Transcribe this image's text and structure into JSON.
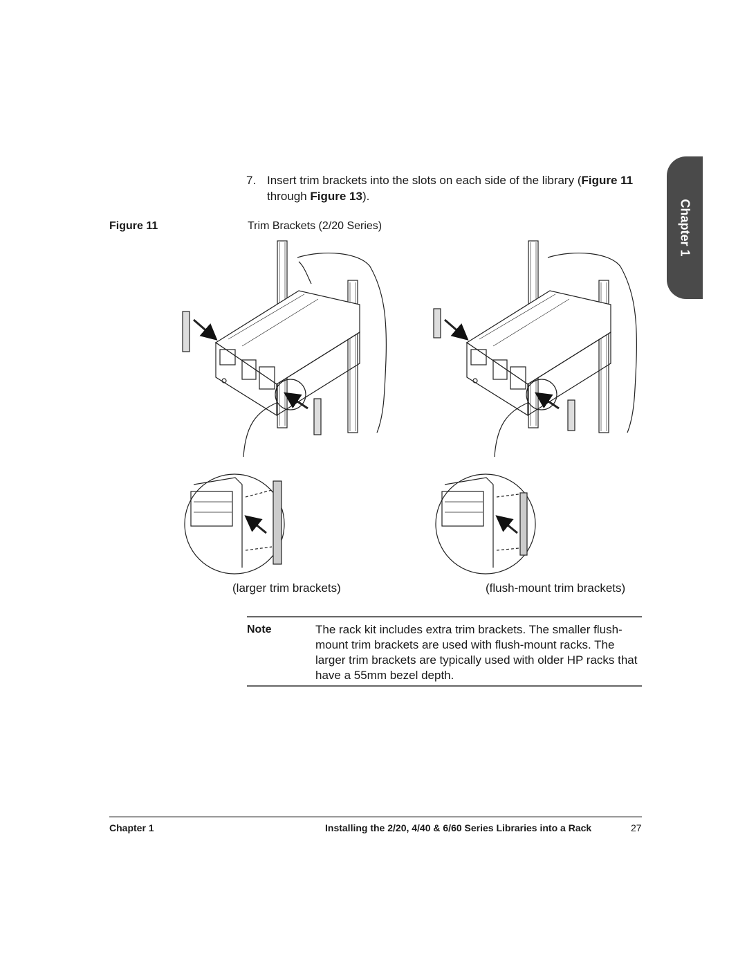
{
  "side_tab": {
    "label": "Chapter 1"
  },
  "step": {
    "number": "7.",
    "text_before": "Insert trim brackets into the slots on each side of the library (",
    "ref1": "Figure 11",
    "text_middle": " through ",
    "ref2": "Figure 13",
    "text_after": ")."
  },
  "figure": {
    "label": "Figure 11",
    "title": "Trim Brackets (2/20 Series)",
    "left_caption": "(larger trim brackets)",
    "right_caption": "(flush-mount trim brackets)"
  },
  "note": {
    "label": "Note",
    "text": "The rack kit includes extra trim brackets. The smaller flush-mount trim brackets are used with flush-mount racks. The larger trim brackets are typically used with older HP racks that have a 55mm bezel depth."
  },
  "footer": {
    "left": "Chapter 1",
    "title": "Installing the 2/20, 4/40 & 6/60 Series Libraries into a Rack",
    "page": "27"
  }
}
